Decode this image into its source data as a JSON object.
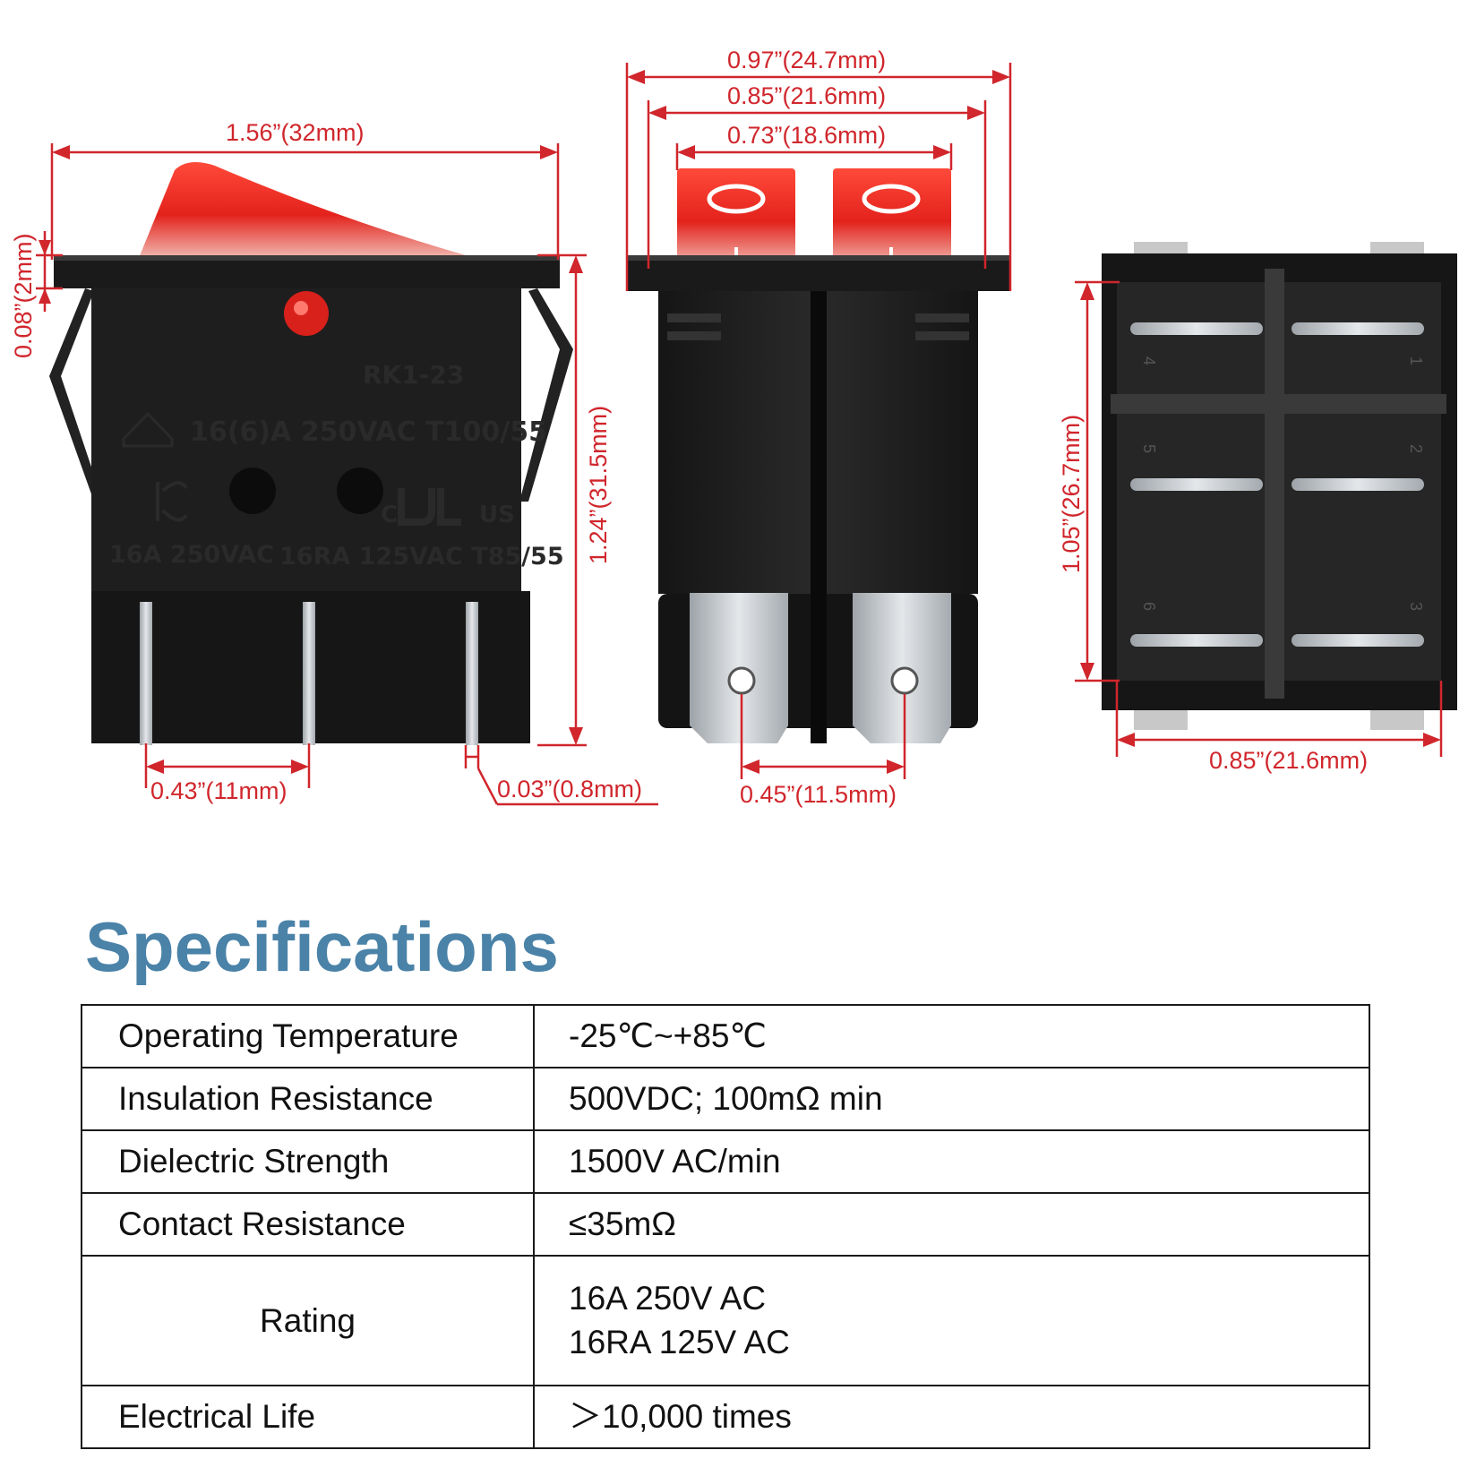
{
  "dimensions": {
    "side_width": "1.56”(32mm)",
    "frame_thickness": "0.08”(2mm)",
    "side_height": "1.24”(31.5mm)",
    "pin_pitch_side": "0.43”(11mm)",
    "pin_thickness": "0.03”(0.8mm)",
    "front_outer_width": "0.97”(24.7mm)",
    "front_body_width": "0.85”(21.6mm)",
    "front_rocker_width": "0.73”(18.6mm)",
    "front_pin_pitch": "0.45”(11.5mm)",
    "bottom_height": "1.05”(26.7mm)",
    "bottom_width": "0.85”(21.6mm)"
  },
  "switch_markings": {
    "model": "RK1-23",
    "rating_main": "16(6)A 250VAC T100/55",
    "rating_kc": "16A 250VAC",
    "rating_ul": "16RA 125VAC T85/55",
    "ul_left": "C",
    "ul_right": "US",
    "rocker_symbol_on": "O",
    "rocker_symbol_off": "I",
    "terminal_numbers": [
      "4",
      "1",
      "5",
      "2",
      "6",
      "3"
    ]
  },
  "specifications": {
    "title": "Specifications",
    "rows": [
      {
        "label": "Operating Temperature",
        "value": [
          "-25℃~+85℃"
        ]
      },
      {
        "label": "Insulation Resistance",
        "value": [
          "500VDC; 100mΩ  min"
        ]
      },
      {
        "label": "Dielectric Strength",
        "value": [
          "1500V AC/min"
        ]
      },
      {
        "label": "Contact Resistance",
        "value": [
          "≤35mΩ"
        ]
      },
      {
        "label": "Rating",
        "value": [
          "16A 250V AC",
          "16RA 125V AC"
        ]
      },
      {
        "label": "Electrical Life",
        "value": [
          "＞10,000 times"
        ]
      }
    ]
  },
  "colors": {
    "dimension": "#d0262c",
    "title": "#4a82a8",
    "rocker": "#e8231d",
    "body": "#1c1c1c",
    "metal": "#c9cdd1"
  }
}
